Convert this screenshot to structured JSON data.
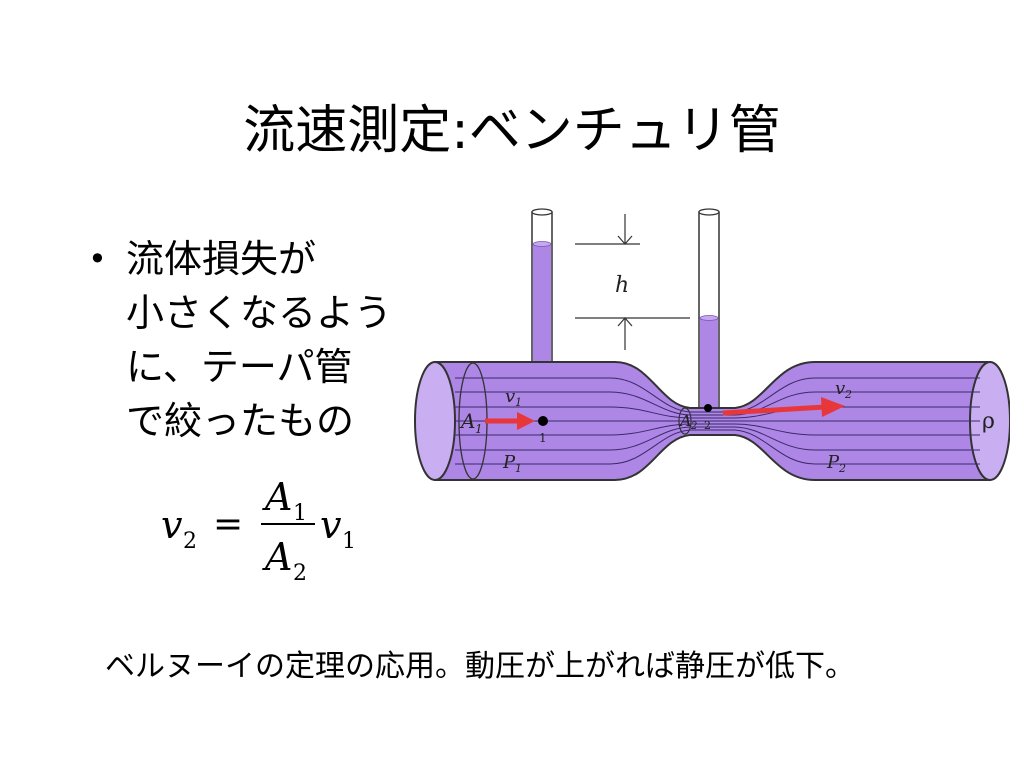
{
  "slide": {
    "title": "流速測定:ベンチュリ管",
    "bullet_symbol": "•",
    "bullet_lines": [
      "流体損失が",
      "小さくなるよう",
      "に、テーパ管",
      "で絞ったもの"
    ],
    "footer": "ベルヌーイの定理の応用。動圧が上がれば静圧が低下。"
  },
  "diagram": {
    "label_h": "h",
    "label_A1": "A",
    "label_A1_sub": "1",
    "label_A2": "A",
    "label_A2_sub": "2",
    "label_v1": "v",
    "label_v1_sub": "1",
    "label_v2": "v",
    "label_v2_sub": "2",
    "label_P1": "P",
    "label_P1_sub": "1",
    "label_P2": "P",
    "label_P2_sub": "2",
    "label_point1": "1",
    "label_point2": "2",
    "label_rho": "ρ",
    "colors": {
      "fluid": "#ae86e6",
      "fluid_dark": "#9a70d8",
      "outline": "#333333",
      "arrow": "#e8373a"
    }
  },
  "formula": {
    "lhs_var": "v",
    "lhs_sub": "2",
    "equals": "=",
    "num_var": "A",
    "num_sub": "1",
    "den_var": "A",
    "den_sub": "2",
    "rhs_var": "v",
    "rhs_sub": "1"
  }
}
